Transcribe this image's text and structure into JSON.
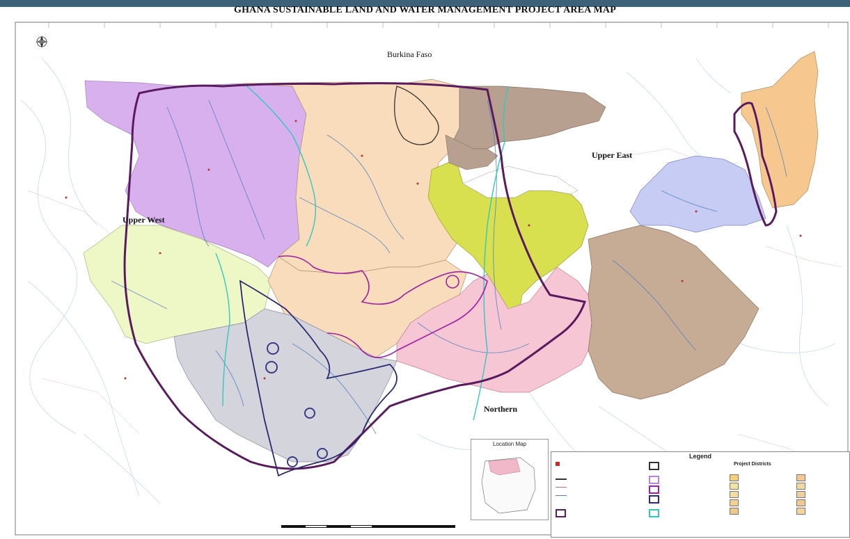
{
  "title": "GHANA SUSTAINABLE LAND AND WATER MANAGEMENT PROJECT AREA MAP",
  "map_labels": {
    "burkina_faso": "Burkina Faso",
    "upper_east": "Upper East",
    "upper_west": "Upper West",
    "northern": "Northern"
  },
  "inset": {
    "title": "Location Map"
  },
  "legend": {
    "title": "Legend",
    "project_districts_title": "Project Districts"
  },
  "colors": {
    "title_bar": "#3d6178",
    "project_boundary": "#5a1a5e",
    "river": "#4a7fc0",
    "district_purple": "#d8b0ee",
    "district_peach": "#f8dcbc",
    "district_yellow": "#d8e050",
    "district_pink": "#f6c6d4",
    "district_grey": "#d4d4dc",
    "district_tan": "#c6ac94",
    "district_lightgreen": "#eef8c6",
    "district_orange": "#f6c890",
    "district_blue": "#c6ccf4",
    "district_brown": "#b8a090"
  }
}
